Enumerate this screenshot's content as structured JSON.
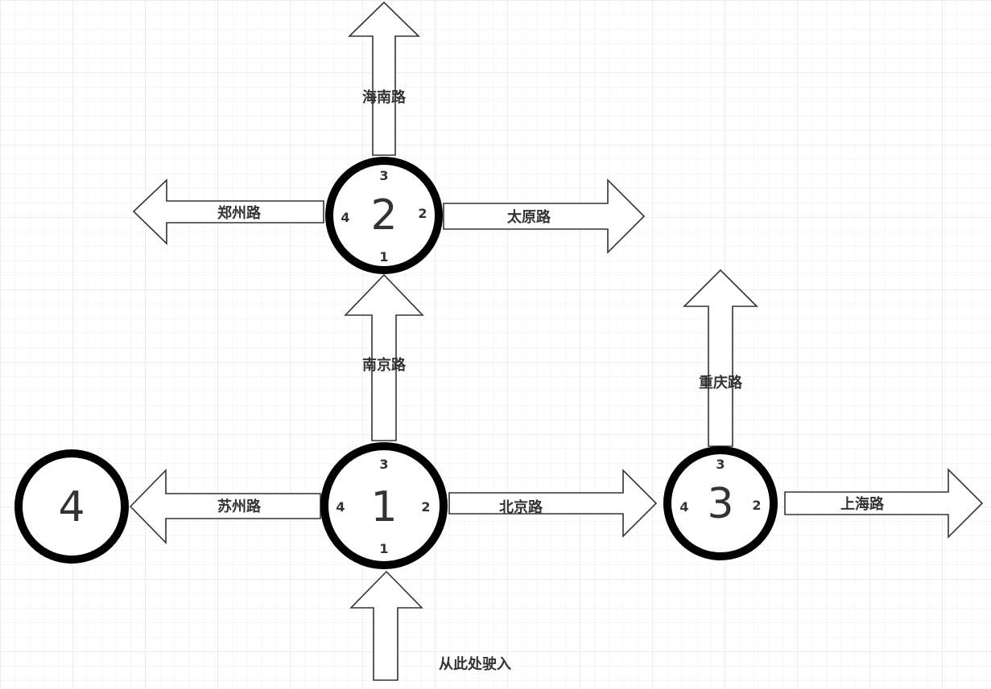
{
  "nodes": {
    "n1": {
      "label": "1",
      "ports": {
        "bottom": "1",
        "right": "2",
        "top": "3",
        "left": "4"
      }
    },
    "n2": {
      "label": "2",
      "ports": {
        "bottom": "1",
        "right": "2",
        "top": "3",
        "left": "4"
      }
    },
    "n3": {
      "label": "3",
      "ports": {
        "right": "2",
        "top": "3",
        "left": "4"
      }
    },
    "n4": {
      "label": "4"
    }
  },
  "roads": {
    "hainan": "海南路",
    "zhengzhou": "郑州路",
    "taiyuan": "太原路",
    "nanjing": "南京路",
    "chongqing": "重庆路",
    "suzhou": "苏州路",
    "beijing": "北京路",
    "shanghai": "上海路"
  },
  "entry_label": "从此处驶入"
}
